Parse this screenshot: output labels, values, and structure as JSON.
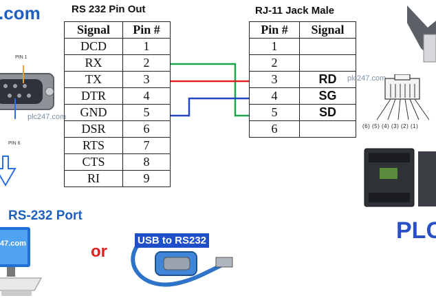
{
  "brand": {
    "text": ".com"
  },
  "rs232_table": {
    "title": "RS 232 Pin Out",
    "headers": [
      "Signal",
      "Pin #"
    ],
    "rows": [
      {
        "signal": "DCD",
        "pin": "1"
      },
      {
        "signal": "RX",
        "pin": "2"
      },
      {
        "signal": "TX",
        "pin": "3"
      },
      {
        "signal": "DTR",
        "pin": "4"
      },
      {
        "signal": "GND",
        "pin": "5"
      },
      {
        "signal": "DSR",
        "pin": "6"
      },
      {
        "signal": "RTS",
        "pin": "7"
      },
      {
        "signal": "CTS",
        "pin": "8"
      },
      {
        "signal": "RI",
        "pin": "9"
      }
    ]
  },
  "rj11_table": {
    "title": "RJ-11 Jack Male",
    "headers": [
      "Pin #",
      "Signal"
    ],
    "rows": [
      {
        "pin": "1",
        "signal": ""
      },
      {
        "pin": "2",
        "signal": ""
      },
      {
        "pin": "3",
        "signal": "RD"
      },
      {
        "pin": "4",
        "signal": "SG"
      },
      {
        "pin": "5",
        "signal": "SD"
      },
      {
        "pin": "6",
        "signal": ""
      }
    ]
  },
  "connector_labels": {
    "pin1": "PIN 1",
    "pin6": "PIN 6"
  },
  "watermark": {
    "text1": "plc247.com",
    "text2": "plc247.com",
    "text3": "47.com"
  },
  "rj11_pin_numbers": "(6) (5) (4) (3) (2) (1)",
  "port_label": "RS-232 Port",
  "or_label": "or",
  "usb_label": "USB to RS232",
  "plc_label": "PLC",
  "wire_colors": {
    "green": "#1aa34a",
    "red": "#e02020",
    "blue": "#2244c8"
  }
}
